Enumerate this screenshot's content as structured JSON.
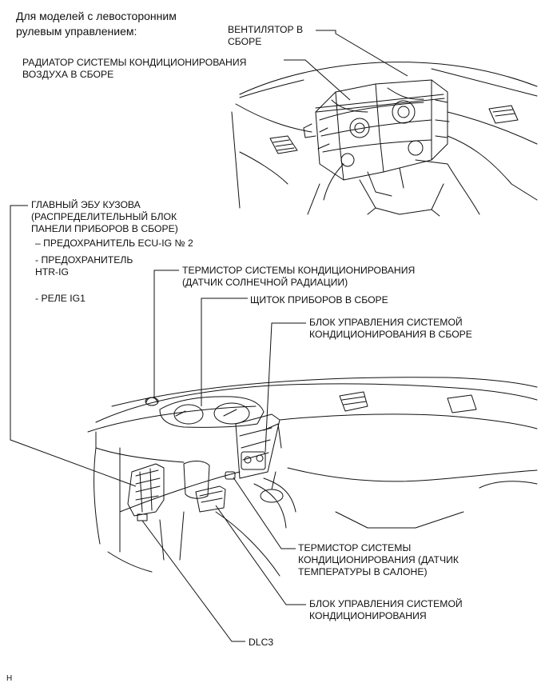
{
  "title": [
    "Для моделей с левосторонним",
    "рулевым управлением:"
  ],
  "upper_callouts": {
    "blower": [
      "ВЕНТИЛЯТОР В",
      "СБОРЕ"
    ],
    "radiator": [
      "РАДИАТОР СИСТЕМЫ КОНДИЦИОНИРОВАНИЯ",
      "ВОЗДУХА В СБОРЕ"
    ]
  },
  "left_callout": {
    "main": [
      "ГЛАВНЫЙ ЭБУ КУЗОВА",
      "(РАСПРЕДЕЛИТЕЛЬНЫЙ БЛОК",
      "ПАНЕЛИ ПРИБОРОВ В СБОРЕ)"
    ],
    "fuse1": "– ПРЕДОХРАНИТЕЛЬ ECU-IG № 2",
    "fuse2": [
      "- ПРЕДОХРАНИТЕЛЬ",
      "HTR-IG"
    ],
    "relay": "- РЕЛЕ IG1"
  },
  "lower_callouts": {
    "solar_sensor": [
      "ТЕРМИСТОР СИСТЕМЫ КОНДИЦИОНИРОВАНИЯ",
      "(ДАТЧИК СОЛНЕЧНОЙ РАДИАЦИИ)"
    ],
    "combination_meter": "ЩИТОК ПРИБОРОВ В СБОРЕ",
    "ac_control_assy": [
      "БЛОК УПРАВЛЕНИЯ СИСТЕМОЙ",
      "КОНДИЦИОНИРОВАНИЯ В СБОРЕ"
    ],
    "room_temp_sensor": [
      "ТЕРМИСТОР СИСТЕМЫ",
      "КОНДИЦИОНИРОВАНИЯ (ДАТЧИК",
      "ТЕМПЕРАТУРЫ В САЛОНЕ)"
    ],
    "ac_amplifier": [
      "БЛОК УПРАВЛЕНИЯ СИСТЕМОЙ",
      "КОНДИЦИОНИРОВАНИЯ"
    ],
    "dlc3": "DLC3"
  },
  "corner_mark": "H"
}
